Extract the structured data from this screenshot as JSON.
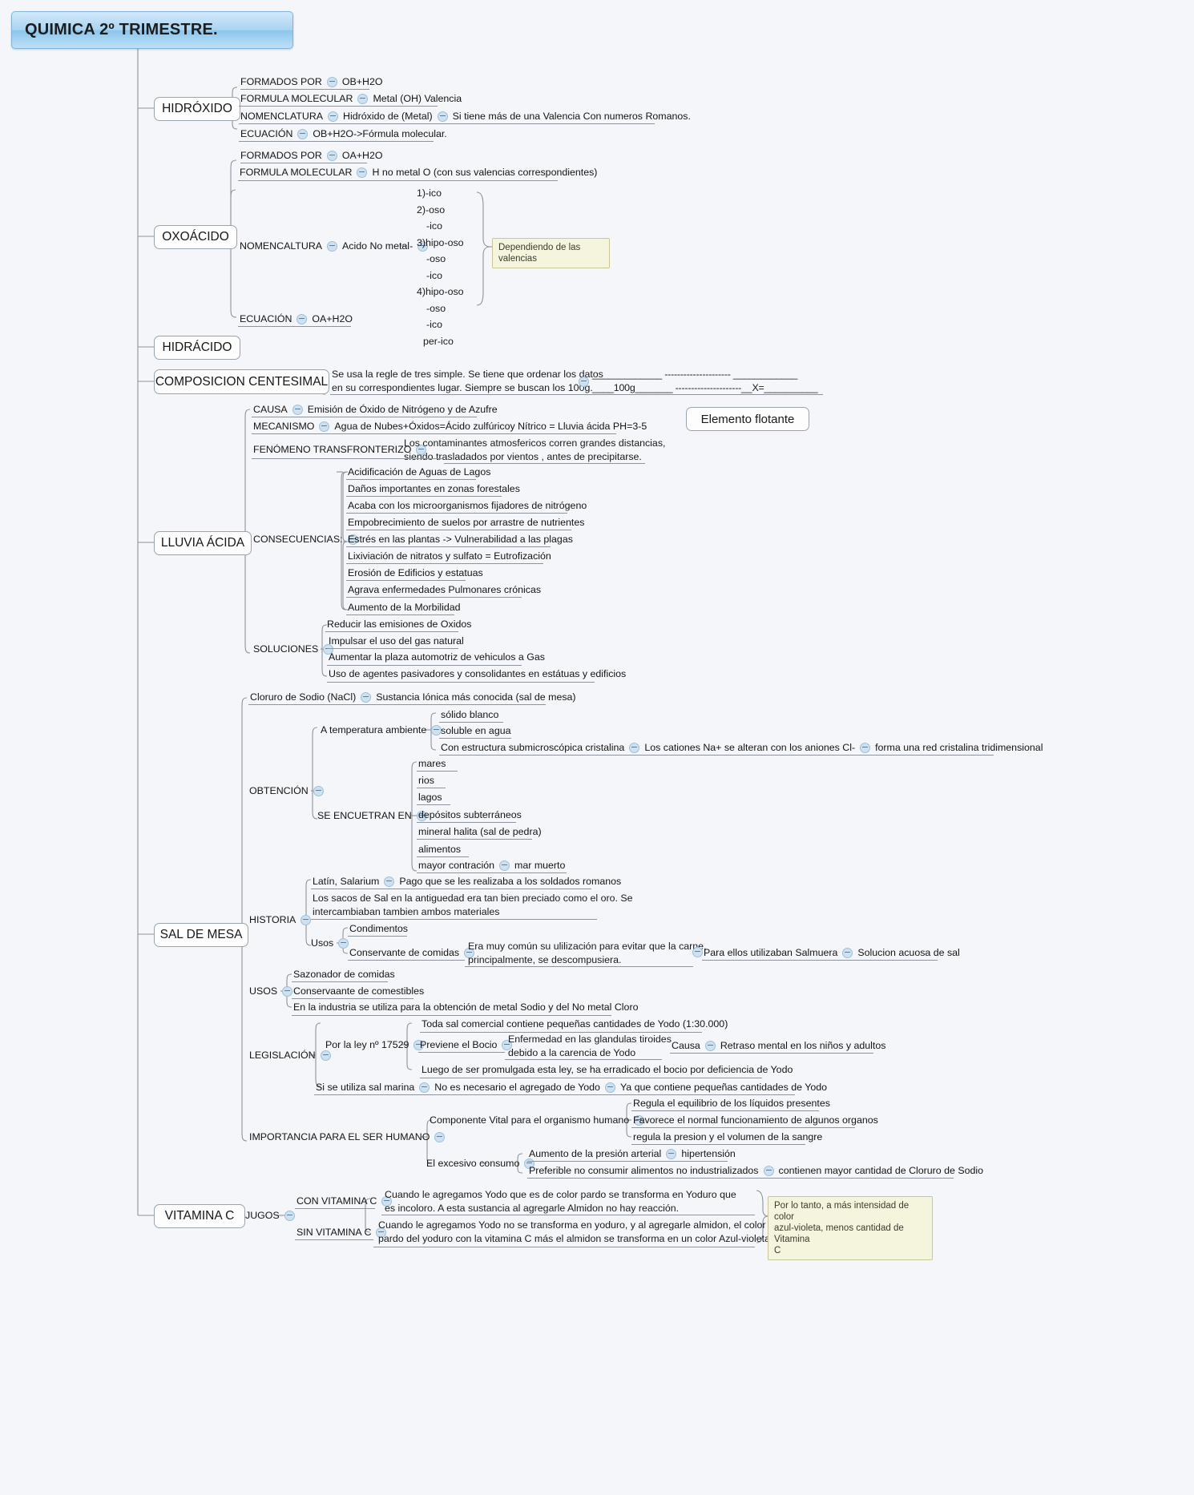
{
  "title": "QUIMICA 2º TRIMESTRE.",
  "floating_note": "Elemento flotante",
  "branches": {
    "hidroxido": {
      "label": "HIDRÓXIDO",
      "items": [
        {
          "label": "FORMADOS POR",
          "value": "OB+H2O"
        },
        {
          "label": "FORMULA MOLECULAR",
          "value": "Metal (OH) Valencia"
        },
        {
          "label": "NOMENCLATURA",
          "value": "Hidróxido de (Metal)",
          "value2": "Si tiene más de una Valencia Con numeros Romanos."
        },
        {
          "label": "ECUACIÓN",
          "value": "OB+H2O->Fórmula molecular."
        }
      ]
    },
    "oxoacido": {
      "label": "OXOÁCIDO",
      "formados_por": {
        "label": "FORMADOS POR",
        "value": "OA+H2O"
      },
      "formula_molecular": {
        "label": "FORMULA MOLECULAR",
        "value": "H no metal O (con sus valencias correspondientes)"
      },
      "nomencaltura": {
        "label": "NOMENCALTURA",
        "value": "Acido No metal-"
      },
      "valencias": [
        "1)-ico",
        "2)-oso",
        "-ico",
        "3)hipo-oso",
        "-oso",
        "-ico",
        "4)hipo-oso",
        "-oso",
        "-ico",
        "per-ico"
      ],
      "nota_valencias": "Dependiendo de las valencias",
      "ecuacion": {
        "label": "ECUACIÓN",
        "value": "OA+H2O"
      }
    },
    "hidracido": {
      "label": "HIDRÁCIDO"
    },
    "composicion": {
      "label": "COMPOSICION CENTESIMAL",
      "text_line1": "Se usa la regle de tres simple. Se tiene que ordenar los datos",
      "text_line2": "en su correspondientes lugar. Siempre se buscan los 100g.",
      "formula_line1": "_____________ --------------------- ____________",
      "formula_line2": "____100g_______ ---------------------__X=__________"
    },
    "lluvia_acida": {
      "label": "LLUVIA ÁCIDA",
      "causa": {
        "label": "CAUSA",
        "value": "Emisión de Óxido de Nitrógeno y de Azufre"
      },
      "mecanismo": {
        "label": "MECANISMO",
        "value": "Agua de Nubes+Óxidos=Ácido zulfúricoy Nítrico = Lluvia ácida PH=3-5"
      },
      "fenomeno": {
        "label": "FENÓMENO TRANSFRONTERIZO",
        "line1": "Los contaminantes atmosfericos corren grandes distancias,",
        "line2": "siendo trasladados por vientos , antes de precipitarse."
      },
      "consecuencias_label": "CONSECUENCIAS:",
      "consecuencias": [
        "Acidificación de Aguas de Lagos",
        "Daños importantes en zonas forestales",
        "Acaba con los microorganismos fijadores de nitrógeno",
        "Empobrecimiento de suelos por arrastre de nutrientes",
        "Estrés en las plantas -> Vulnerabilidad a las plagas",
        "Lixiviación de nitratos y sulfato = Eutrofización",
        "Erosión de Edificios y estatuas",
        "Agrava enfermedades Pulmonares crónicas",
        "Aumento de la Morbilidad"
      ],
      "soluciones_label": "SOLUCIONES",
      "soluciones": [
        "Reducir las emisiones de Oxidos",
        "Impulsar el uso del gas natural",
        "Aumentar la plaza automotriz de vehiculos a Gas",
        "Uso de agentes pasivadores y consolidantes en estátuas y edificios"
      ]
    },
    "sal_de_mesa": {
      "label": "SAL DE MESA",
      "cloruro": {
        "label": "Cloruro de Sodio (NaCl)",
        "value": "Sustancia Iónica más conocida (sal de mesa)"
      },
      "obtencion_label": "OBTENCIÓN",
      "temperatura_label": "A temperatura ambiente",
      "temperatura_items": [
        "sólido blanco",
        "soluble en agua"
      ],
      "estructura": {
        "label": "Con estructura submicroscópica cristalina",
        "value": "Los cationes Na+ se alteran con los aniones Cl-",
        "value2": "forma una red cristalina tridimensional"
      },
      "se_encuentran_label": "SE ENCUETRAN EN",
      "se_encuentran": [
        "mares",
        "rios",
        "lagos",
        "depósitos subterráneos",
        "mineral halita (sal de pedra)",
        "alimentos"
      ],
      "mayor_contraccion": {
        "label": "mayor contración",
        "value": "mar muerto"
      },
      "historia_label": "HISTORIA",
      "latin": {
        "label": "Latín, Salarium",
        "value": "Pago que se les realizaba a los soldados romanos"
      },
      "sacos_line1": "Los sacos de Sal en la antiguedad era tan bien preciado como el oro. Se",
      "sacos_line2": "intercambiaban tambien ambos materiales",
      "usos_historia_label": "Usos",
      "condimentos": "Condimentos",
      "conservante": "Conservante de comidas",
      "era_comun_line1": "Era muy común su ulilización para evitar que la carne,",
      "era_comun_line2": "principalmente, se descompusiera.",
      "salmuera": "Para ellos utilizaban Salmuera",
      "solucion_acuosa": "Solucion acuosa de sal",
      "usos_label": "USOS",
      "usos": [
        "Sazonador de comidas",
        "Conservaante de comestibles",
        "En la industria se utiliza para la obtención de metal Sodio y del No metal Cloro"
      ],
      "legislacion_label": "LEGISLACIÓN",
      "legislacion_top": "Toda sal comercial contiene pequeñas cantidades de Yodo (1:30.000)",
      "ley": "Por la ley nº 17529",
      "previene": "Previene el Bocio",
      "enfermedad_line1": "Enfermedad en las glandulas tiroides",
      "enfermedad_line2": "debido a la carencia de Yodo",
      "causa_label": "Causa",
      "retraso": "Retraso mental en los niños y adultos",
      "luego": "Luego de ser promulgada esta ley, se ha erradicado el bocio por deficiencia de Yodo",
      "sal_marina": "Si se utiliza sal marina",
      "no_necesario": "No es necesario el agregado de Yodo",
      "ya_que": "Ya que contiene pequeñas cantidades de Yodo",
      "importancia_label": "IMPORTANCIA PARA EL SER HUMANO",
      "componente_vital": "Componente Vital para el organismo humano",
      "componente_items": [
        "Regula el equilibrio de los líquidos presentes",
        "Favorece el normal funcionamiento de algunos organos",
        "regula la presion y el volumen de la sangre"
      ],
      "excesivo_label": "El excesivo consumo",
      "aumento_presion": "Aumento de la presión arterial",
      "hipertension": "hipertensión",
      "preferible": "Preferible no consumir alimentos no industrializados",
      "contienen": "contienen mayor cantidad de Cloruro de Sodio"
    },
    "vitamina_c": {
      "label": "VITAMINA C",
      "jugos_label": "JUGOS",
      "con_vitamina_label": "CON VITAMINA C",
      "con_vitamina_line1": "Cuando le agregamos Yodo que es de color pardo se transforma en Yoduro que",
      "con_vitamina_line2": "es incoloro. A esta sustancia al agregarle Almidon no hay reacción.",
      "sin_vitamina_label": "SIN VITAMINA C",
      "sin_vitamina_line1": "Cuando le agregamos Yodo no se transforma en yoduro, y al agregarle almidon, el color",
      "sin_vitamina_line2": "pardo del yoduro con la vitamina C más el almidon se transforma en un color Azul-violeta.",
      "nota_line1": "Por lo tanto, a más intensidad de color",
      "nota_line2": "azul-violeta, menos cantidad de Vitamina",
      "nota_line3": "C"
    }
  },
  "colors": {
    "background": "#f4f6f9",
    "title_fill": "#a9d4f1",
    "node_border": "#9aa4ad",
    "line": "#8d949c",
    "note_fill": "#f5f4dc",
    "toggle_fill": "#cfe0ef"
  }
}
